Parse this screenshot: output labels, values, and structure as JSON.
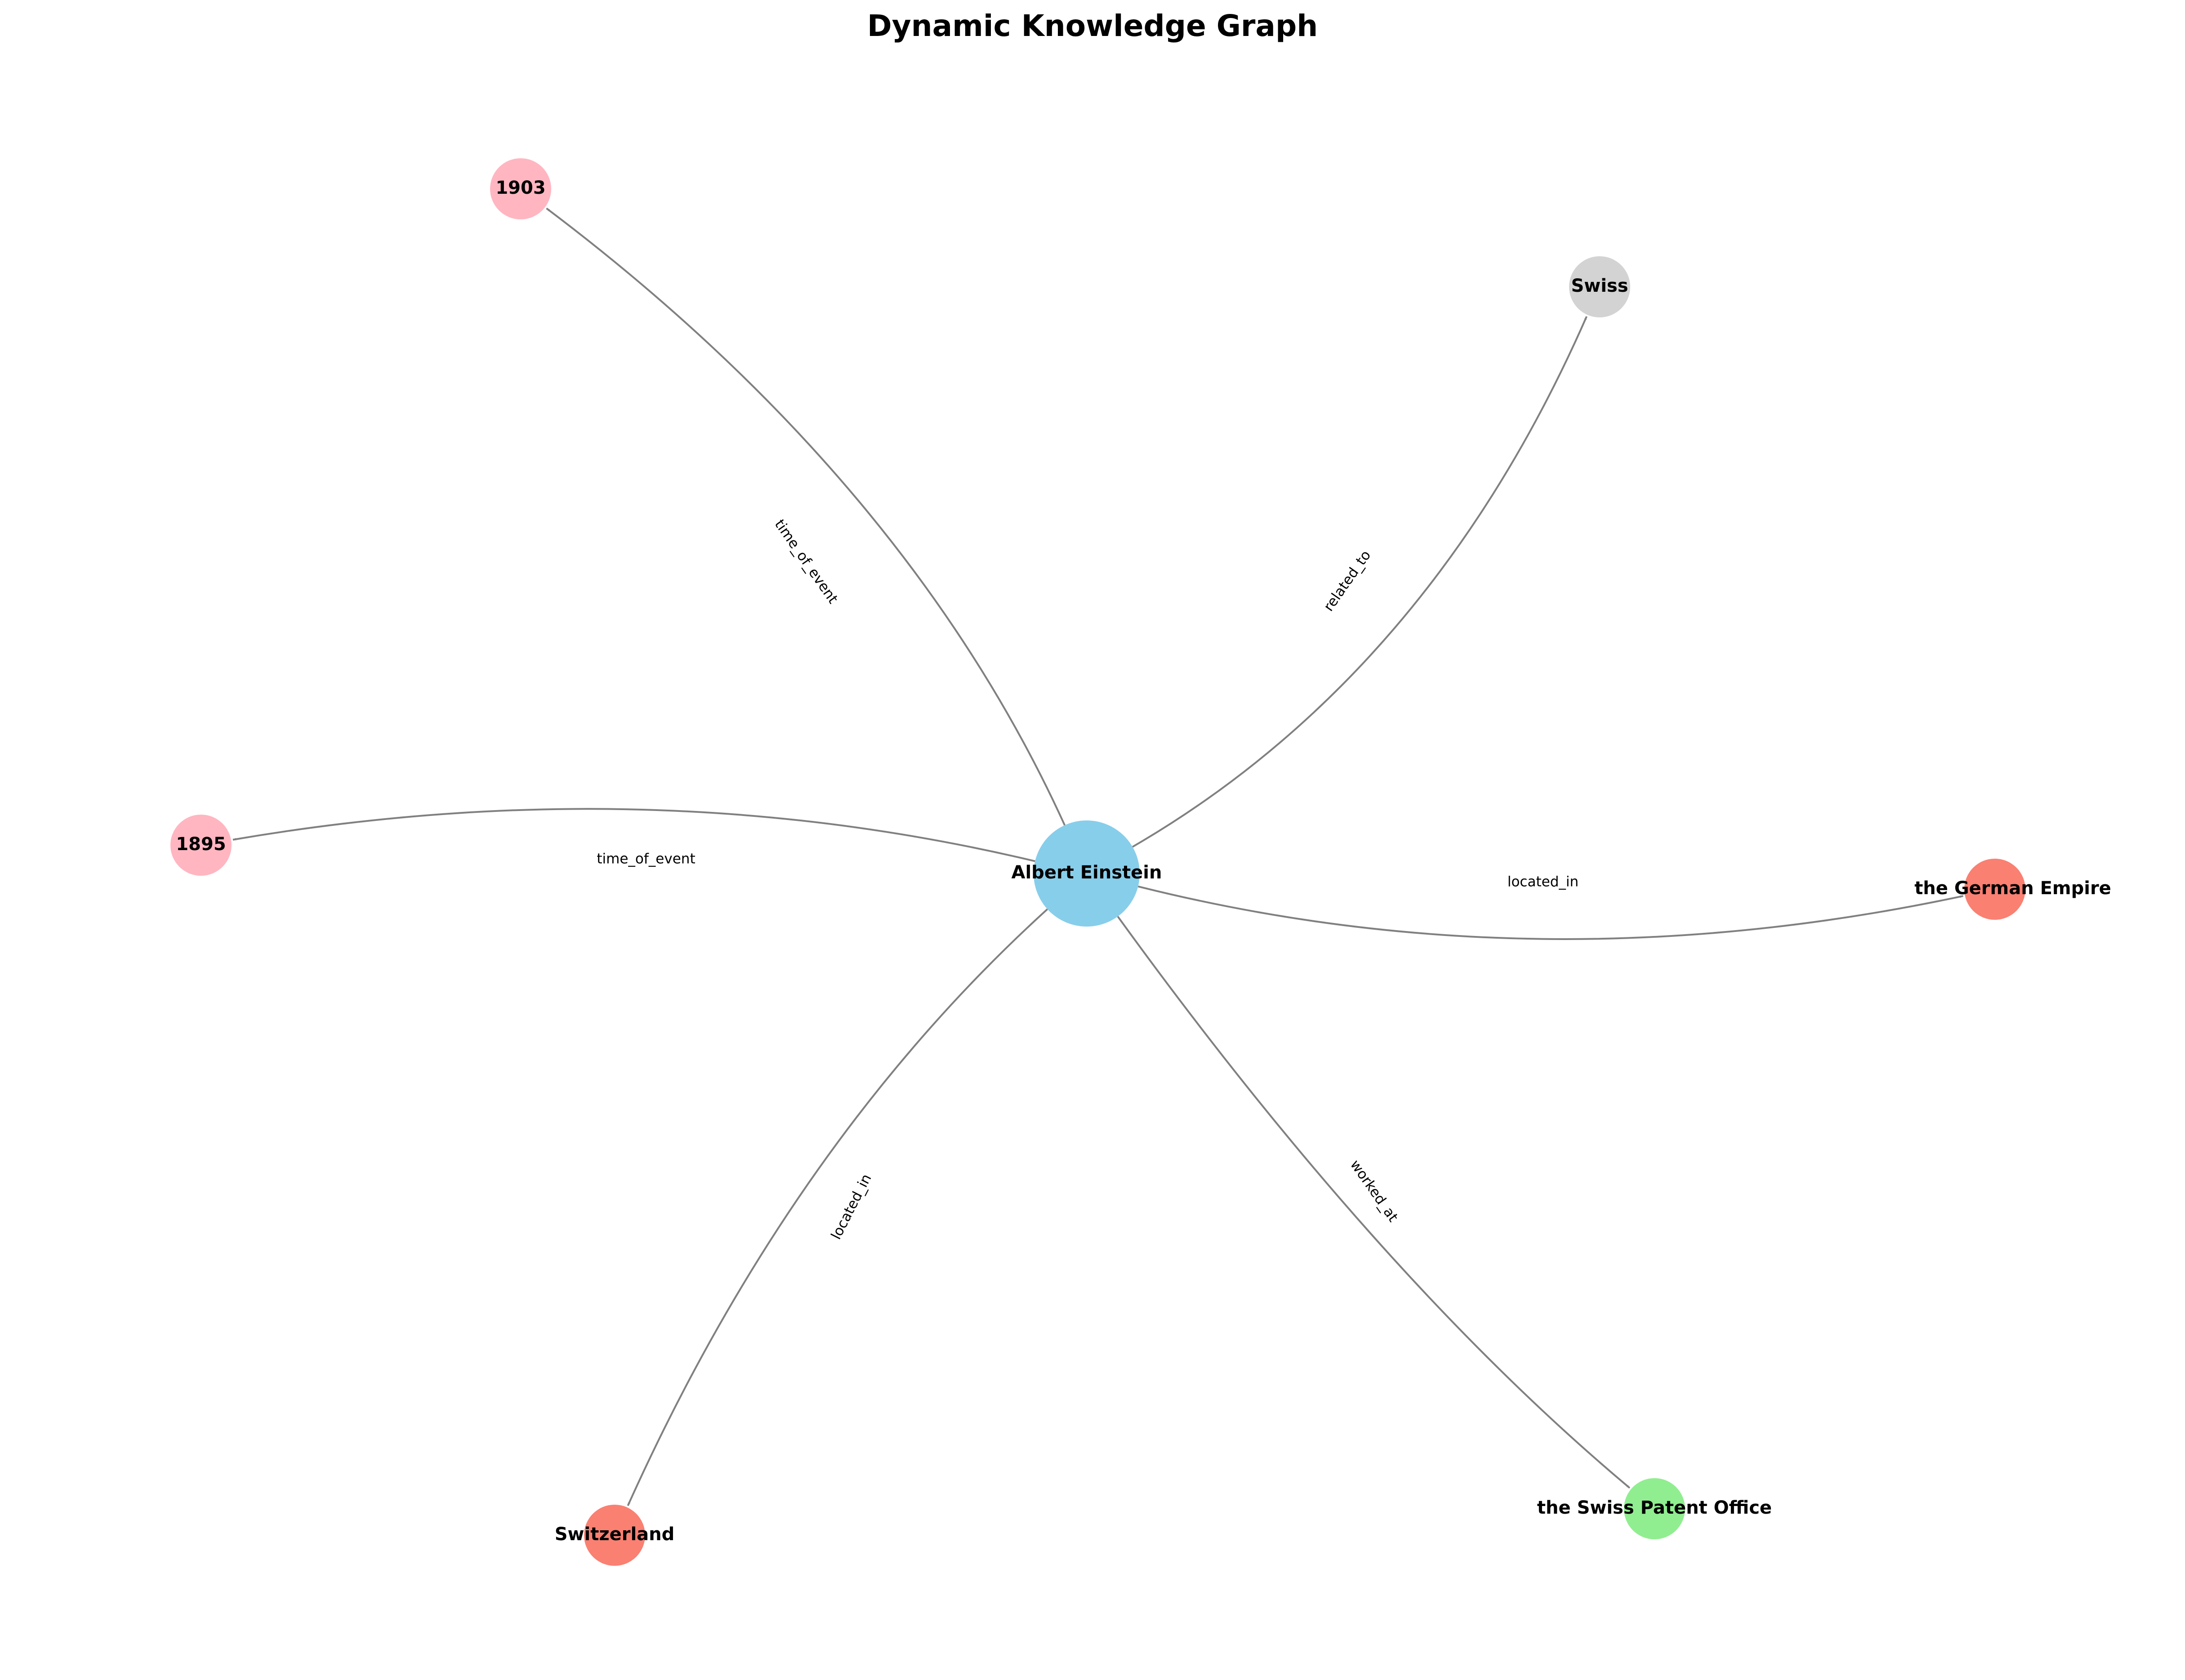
{
  "title": "Dynamic Knowledge Graph",
  "colors": {
    "edge": "#808080",
    "text": "#000000",
    "background": "#ffffff"
  },
  "nodes": [
    {
      "id": "einstein",
      "label": "Albert Einstein",
      "color": "#87ceeb"
    },
    {
      "id": "1903",
      "label": "1903",
      "color": "#ffb6c1"
    },
    {
      "id": "swiss",
      "label": "Swiss",
      "color": "#d3d3d3"
    },
    {
      "id": "1895",
      "label": "1895",
      "color": "#ffb6c1"
    },
    {
      "id": "german-empire",
      "label": "the German Empire",
      "color": "#fa8072"
    },
    {
      "id": "switzerland",
      "label": "Switzerland",
      "color": "#fa8072"
    },
    {
      "id": "patent-office",
      "label": "the Swiss Patent Office",
      "color": "#90ee90"
    }
  ],
  "edges": [
    {
      "from": "einstein",
      "to": "1903",
      "label": "time_of_event"
    },
    {
      "from": "einstein",
      "to": "swiss",
      "label": "related_to"
    },
    {
      "from": "einstein",
      "to": "1895",
      "label": "time_of_event"
    },
    {
      "from": "einstein",
      "to": "german-empire",
      "label": "located_in"
    },
    {
      "from": "einstein",
      "to": "switzerland",
      "label": "located_in"
    },
    {
      "from": "einstein",
      "to": "patent-office",
      "label": "worked_at"
    }
  ]
}
